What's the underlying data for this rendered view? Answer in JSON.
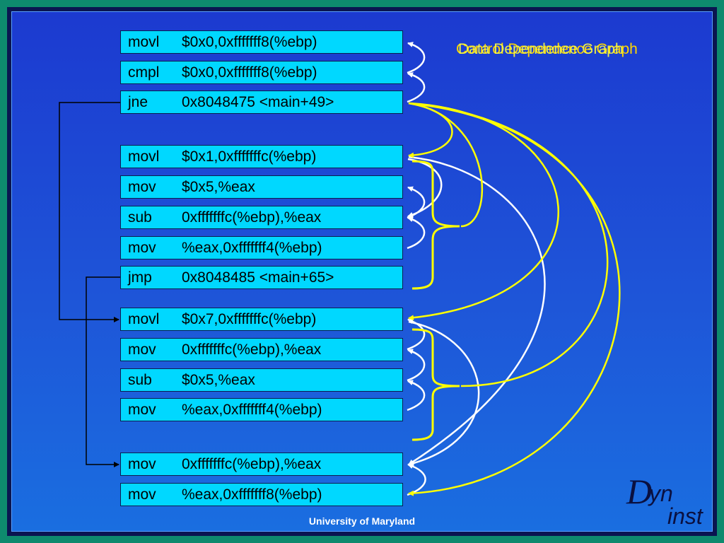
{
  "title": {
    "control": "Control Dependence Graph",
    "data": "Data Dependence Graph"
  },
  "instructions": [
    {
      "op": "movl",
      "args": "$0x0,0xfffffff8(%ebp)"
    },
    {
      "op": "cmpl",
      "args": "$0x0,0xfffffff8(%ebp)"
    },
    {
      "op": "jne",
      "args": "0x8048475 <main+49>"
    },
    {
      "op": "movl",
      "args": "$0x1,0xfffffffc(%ebp)"
    },
    {
      "op": "mov",
      "args": "$0x5,%eax"
    },
    {
      "op": "sub",
      "args": "0xfffffffc(%ebp),%eax"
    },
    {
      "op": "mov",
      "args": "%eax,0xfffffff4(%ebp)"
    },
    {
      "op": "jmp",
      "args": "0x8048485 <main+65>"
    },
    {
      "op": "movl",
      "args": "$0x7,0xfffffffc(%ebp)"
    },
    {
      "op": "mov",
      "args": "0xfffffffc(%ebp),%eax"
    },
    {
      "op": "sub",
      "args": "$0x5,%eax"
    },
    {
      "op": "mov",
      "args": "%eax,0xfffffff4(%ebp)"
    },
    {
      "op": "mov",
      "args": "0xfffffffc(%ebp),%eax"
    },
    {
      "op": "mov",
      "args": "%eax,0xfffffff8(%ebp)"
    }
  ],
  "footer": "University of Maryland",
  "logo": {
    "d": "D",
    "yn": "yn",
    "inst": "inst"
  },
  "colors": {
    "control_edge": "#ffff00",
    "data_edge": "#ffffff",
    "instruction_box": "#00d8ff",
    "background": "#1e50d8",
    "border": "#0e8a6e"
  }
}
